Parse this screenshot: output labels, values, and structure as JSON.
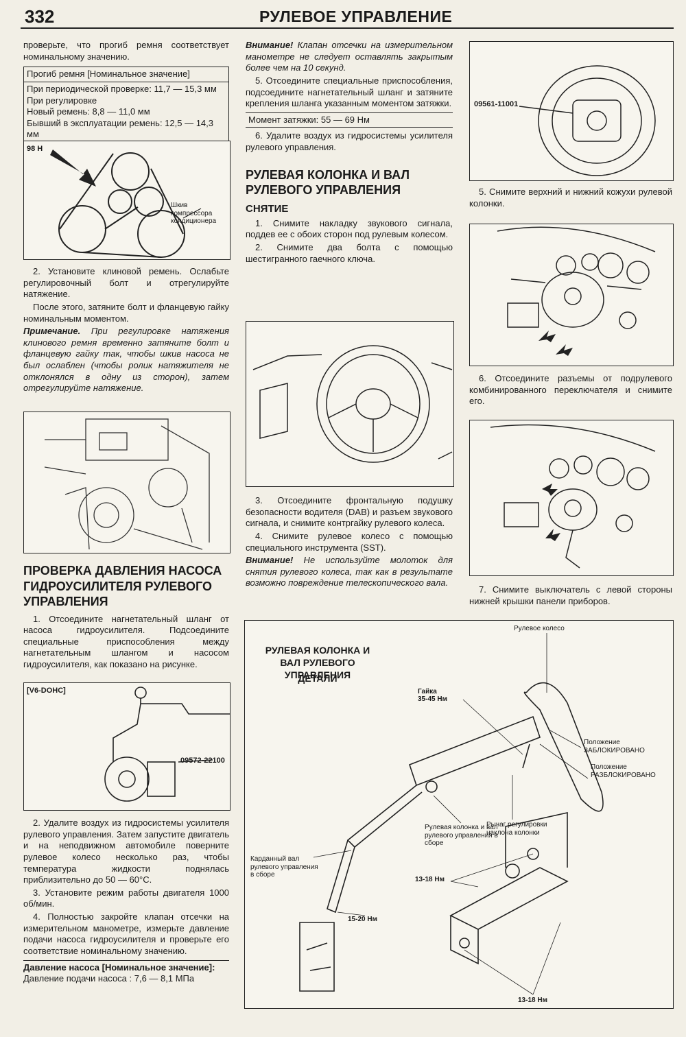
{
  "header": {
    "page_number": "332",
    "title": "РУЛЕВОЕ УПРАВЛЕНИЕ"
  },
  "col1": {
    "p_intro": "проверьте, что прогиб ремня соответствует номинальному значению.",
    "spec1": {
      "title": "Прогиб ремня [Номинальное значение]",
      "line1": "При периодической проверке: 11,7 — 15,3 мм",
      "line2": "При регулировке",
      "line3": "Новый ремень: 8,8 — 11,0 мм",
      "line4": "Бывший в эксплуатации ремень: 12,5 — 14,3 мм"
    },
    "fig_belt": {
      "label": "98 H",
      "callout": "Шкив компрессора кондиционера"
    },
    "p2": "2. Установите клиновой ремень. Ослабьте регулировочный болт и отрегулируйте натяжение.",
    "p3": "После этого, затяните болт и фланцевую гайку номинальным моментом.",
    "note_label": "Примечание.",
    "note_text": " При регулировке натяжения клинового ремня временно затяните болт и фланцевую гайку так, чтобы шкив насоса не был ослаблен (чтобы ролик натяжителя не отклонялся в одну из сторон), затем отрегулируйте натяжение.",
    "heading_pump": "ПРОВЕРКА ДАВЛЕНИЯ НАСОСА ГИДРОУСИЛИТЕЛЯ РУЛЕВОГО УПРАВЛЕНИЯ",
    "p_pump1": "1. Отсоедините нагнетательный шланг от насоса гидроусилителя. Подсоедините специальные приспособления между нагнетательным шлангом и насосом гидроусилителя, как показано на рисунке.",
    "fig_pump": {
      "label": "[V6-DOHC]",
      "callout": "09572-22100"
    },
    "p_pump2": "2. Удалите воздух из гидросистемы усилителя рулевого управления. Затем запустите двигатель и на неподвижном автомобиле поверните рулевое колесо несколько раз, чтобы температура жидкости поднялась приблизительно до 50 — 60°С.",
    "p_pump3": "3. Установите режим работы двигателя 1000 об/мин.",
    "p_pump4": "4. Полностью закройте клапан отсечки на измерительном манометре, измерьте давление подачи насоса гидроусилителя и проверьте его соответствие номинальному значению.",
    "spec2": {
      "title": "Давление насоса [Номинальное значение]:",
      "line1": "Давление подачи насоса : 7,6 — 8,1 МПа"
    }
  },
  "col2": {
    "warn_label": "Внимание!",
    "warn_text": " Клапан отсечки на измерительном манометре не следует оставлять закрытым более чем на 10 секунд.",
    "p5": "5. Отсоедините специальные приспособления, подсоедините нагнетательный шланг и затяните крепления шланга указанным моментом затяжки.",
    "torque": "Момент затяжки: 55 — 69 Нм",
    "p6": "6. Удалите воздух из гидросистемы усилителя рулевого управления.",
    "heading_column": "РУЛЕВАЯ КОЛОНКА И ВАЛ РУЛЕВОГО УПРАВЛЕНИЯ",
    "heading_removal": "СНЯТИЕ",
    "s1": "1. Снимите накладку звукового сигнала, поддев ее с обоих сторон под рулевым колесом.",
    "s2": "2. Снимите два болта с помощью шестигранного гаечного ключа.",
    "s3": "3. Отсоедините фронтальную подушку безопасности водителя (DAB) и разъем звукового сигнала, и снимите контргайку рулевого колеса.",
    "s4": "4. Снимите рулевое колесо с помощью специального инструмента (SST).",
    "warn2_label": "Внимание!",
    "warn2_text": " Не используйте молоток для снятия рулевого колеса, так как в результате возможно повреждение телескопического вала."
  },
  "col3": {
    "fig_wheel": {
      "callout": "09561-11001"
    },
    "s5": "5. Снимите верхний и нижний кожухи рулевой колонки.",
    "s6": "6. Отсоедините разъемы от подрулевого комбинированного переключателя и снимите его.",
    "s7": "7. Снимите выключатель с левой стороны нижней крышки панели приборов."
  },
  "bigfig": {
    "title": "РУЛЕВАЯ КОЛОНКА И ВАЛ РУЛЕВОГО УПРАВЛЕНИЯ",
    "subtitle": "ДЕТАЛИ",
    "steering_wheel": "Рулевое колесо",
    "nut": "Гайка",
    "nut_torque": "35-45 Нм",
    "locked": "Положение ЗАБЛОКИРОВАНО",
    "unlocked": "Положение РАЗБЛОКИРОВАНО",
    "tilt_lever": "Рычаг регулировки наклона колонки",
    "column_assy": "Рулевая колонка и вал рулевого управления в сборе",
    "cardan": "Карданный вал рулевого управления в сборе",
    "torque_15_20": "15-20 Нм",
    "torque_13_18a": "13-18 Нм",
    "torque_13_18b": "13-18 Нм"
  }
}
